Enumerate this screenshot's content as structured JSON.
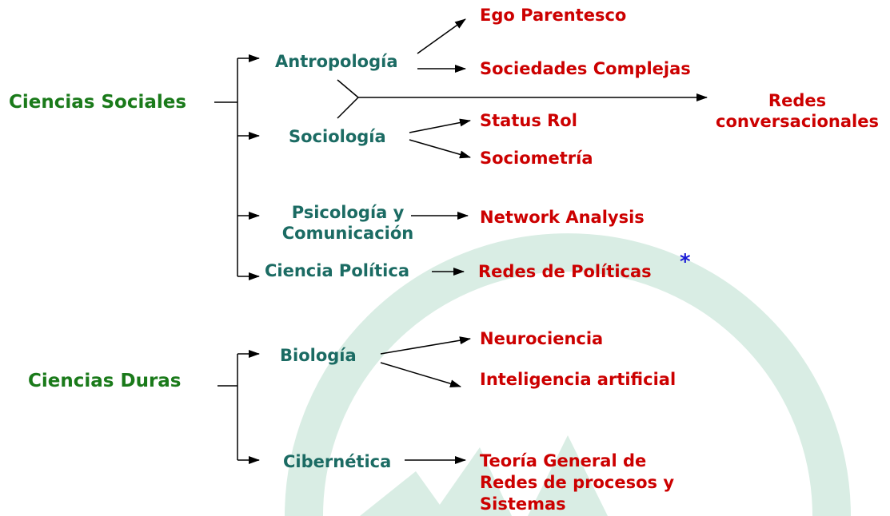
{
  "colors": {
    "root": "#1a7a1a",
    "mid": "#1b6b63",
    "leaf": "#cc0000",
    "star": "#1a1ad6",
    "watermark": "#d7ece2",
    "line": "#000000"
  },
  "sociales": {
    "title": "Ciencias Sociales",
    "branches": {
      "antropologia": {
        "label": "Antropología",
        "leaves": [
          "Ego Parentesco",
          "Sociedades Complejas"
        ]
      },
      "sociologia": {
        "label": "Sociología",
        "leaves": [
          "Status Rol",
          "Sociometría"
        ]
      },
      "psicologia": {
        "label_line1": "Psicología y",
        "label_line2": "Comunicación",
        "leaves": [
          "Network Analysis"
        ]
      },
      "politica": {
        "label": "Ciencia Política",
        "leaves": [
          "Redes de Políticas"
        ],
        "marker": "*"
      }
    },
    "shared": {
      "line1": "Redes",
      "line2": "conversacionales"
    }
  },
  "duras": {
    "title": "Ciencias Duras",
    "branches": {
      "biologia": {
        "label": "Biología",
        "leaves": [
          "Neurociencia",
          "Inteligencia artificial"
        ]
      },
      "cibernetica": {
        "label": "Cibernética",
        "leaves_lines": [
          "Teoría General de",
          "Redes de procesos y",
          "Sistemas"
        ]
      }
    }
  }
}
